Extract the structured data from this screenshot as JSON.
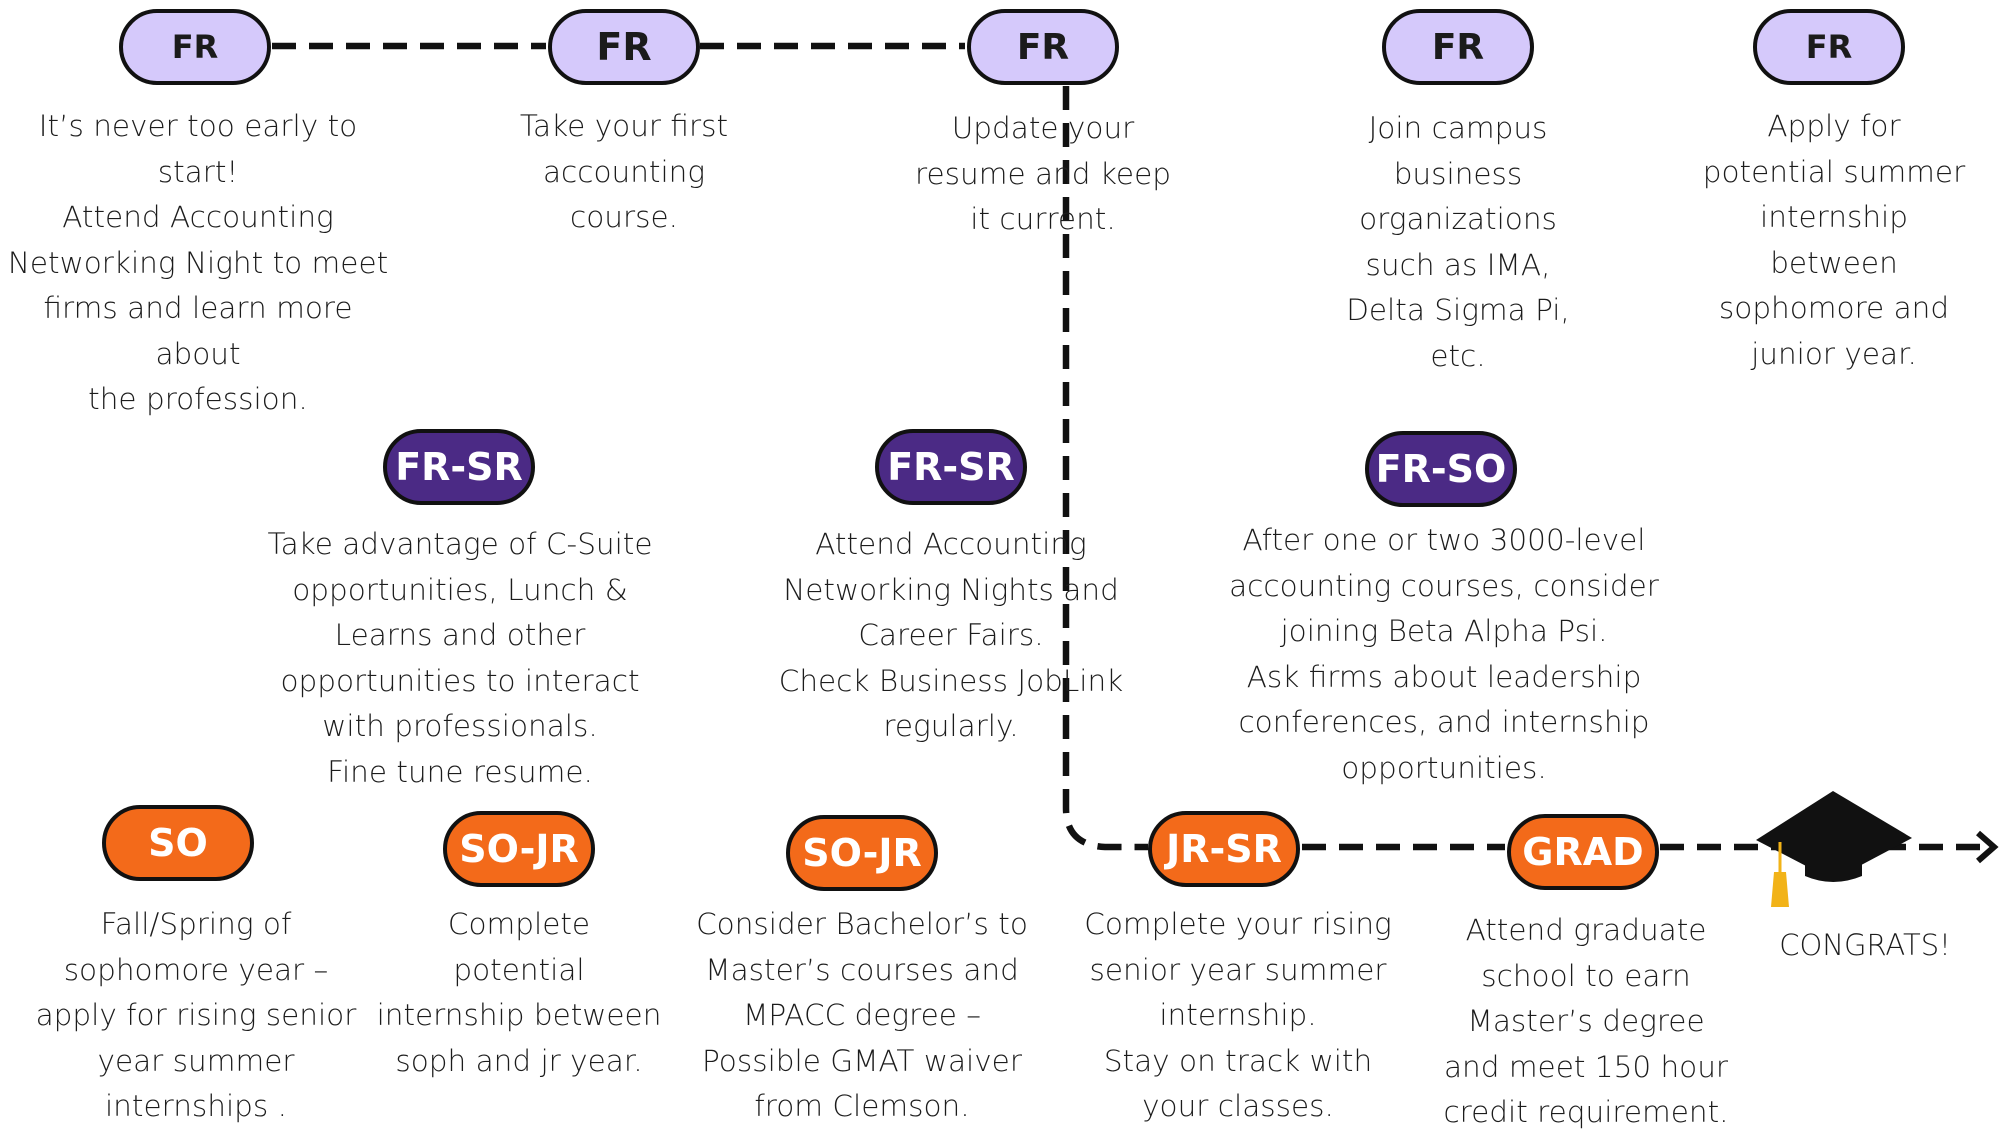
{
  "milestones": [
    {
      "badge": "FR",
      "text": "It’s never too early to start!\nAttend Accounting\nNetworking Night to meet\nfirms and learn more about\nthe profession."
    },
    {
      "badge": "FR",
      "text": "Take your first\naccounting\ncourse."
    },
    {
      "badge": "FR",
      "text": "Update your\nresume and keep\nit current."
    },
    {
      "badge": "FR",
      "text": "Join campus\nbusiness\norganizations\nsuch as IMA,\nDelta Sigma Pi,\netc."
    },
    {
      "badge": "FR",
      "text": "Apply for\npotential summer\ninternship\nbetween\nsophomore and\njunior year."
    },
    {
      "badge": "FR-SR",
      "text": "Take advantage of C-Suite\nopportunities, Lunch &\nLearns and other\nopportunities to interact\nwith professionals.\nFine tune resume."
    },
    {
      "badge": "FR-SR",
      "text": "Attend Accounting\nNetworking Nights and\nCareer Fairs.\nCheck Business JobLink\nregularly."
    },
    {
      "badge": "FR-SO",
      "text": "After one or two 3000-level\naccounting courses, consider\njoining Beta Alpha Psi.\nAsk firms about leadership\nconferences, and internship\nopportunities."
    },
    {
      "badge": "SO",
      "text": "Fall/Spring of\nsophomore year –\napply for rising senior\nyear summer\ninternships ."
    },
    {
      "badge": "SO-JR",
      "text": "Complete\npotential\ninternship between\nsoph and jr year."
    },
    {
      "badge": "SO-JR",
      "text": "Consider Bachelor’s to\nMaster’s courses and\nMPACC degree –\nPossible GMAT waiver\nfrom Clemson."
    },
    {
      "badge": "JR-SR",
      "text": "Complete your rising\nsenior year summer\ninternship.\nStay on track with\nyour classes."
    },
    {
      "badge": "GRAD",
      "text": "Attend graduate\nschool to earn\nMaster’s degree\nand meet 150 hour\ncredit requirement."
    }
  ],
  "finish": {
    "label": "CONGRATS!",
    "icon": "graduation-cap-icon"
  },
  "colors": {
    "freshman_badge": "#d5c9fb",
    "multi_year_badge": "#4b2a85",
    "upper_year_badge": "#f36a1a",
    "outline": "#111111",
    "tassel": "#f2b318"
  }
}
